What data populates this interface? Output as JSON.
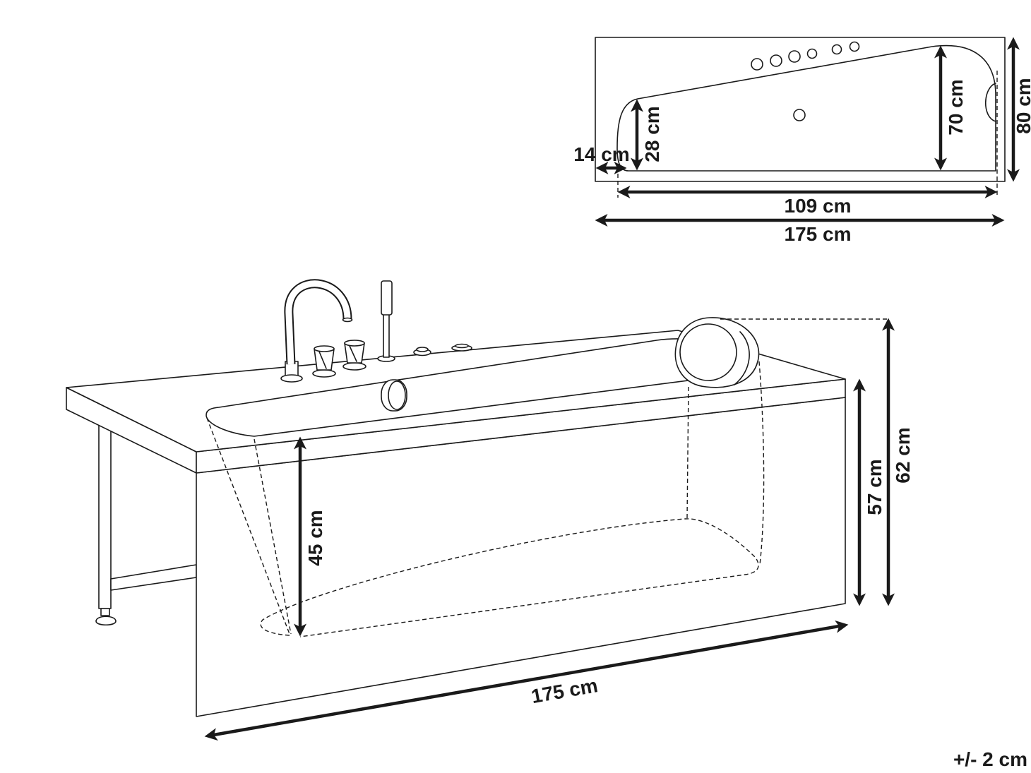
{
  "plan_view": {
    "foot_end_rim": "14 cm",
    "foot_end_width": "28 cm",
    "head_end_width": "70 cm",
    "overall_width": "80 cm",
    "basin_length": "109 cm",
    "overall_length": "175 cm"
  },
  "side_view": {
    "basin_depth": "45 cm",
    "panel_height": "57 cm",
    "overall_height": "62 cm",
    "overall_length": "175 cm"
  },
  "tolerance_note": "+/- 2 cm"
}
